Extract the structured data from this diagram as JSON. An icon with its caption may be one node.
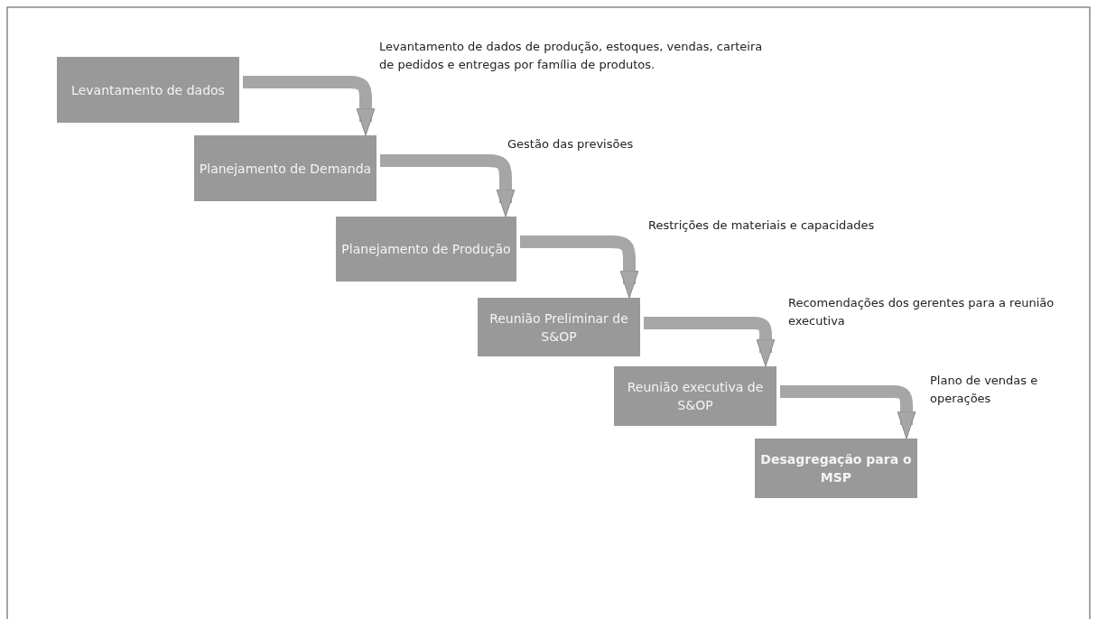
{
  "diagram": {
    "nodes": [
      {
        "text": [
          "Levantamento de dados"
        ]
      },
      {
        "text": [
          "Planejamento de Demanda"
        ]
      },
      {
        "text": [
          "Planejamento de Produção"
        ]
      },
      {
        "text": [
          "Reunião Preliminar de S&OP"
        ]
      },
      {
        "text": [
          "Reunião executiva de S&OP"
        ]
      },
      {
        "text": [
          "Desagregação para o MSP"
        ]
      }
    ],
    "edges": [
      {
        "from": 0,
        "to": 1,
        "arrow": "to",
        "label": "Levantamento de dados de produção,  estoques, vendas, carteira de pedidos  e entregas por família de produtos."
      },
      {
        "from": 1,
        "to": 2,
        "arrow": "to",
        "label": "Gestão das previsões"
      },
      {
        "from": 2,
        "to": 3,
        "arrow": "to",
        "label": "Restrições de materiais e capacidades"
      },
      {
        "from": 3,
        "to": 4,
        "arrow": "to",
        "label": "Recomendações dos gerentes para a reunião executiva"
      },
      {
        "from": 4,
        "to": 5,
        "arrow": "to",
        "label": "Plano de vendas e operações"
      }
    ]
  }
}
